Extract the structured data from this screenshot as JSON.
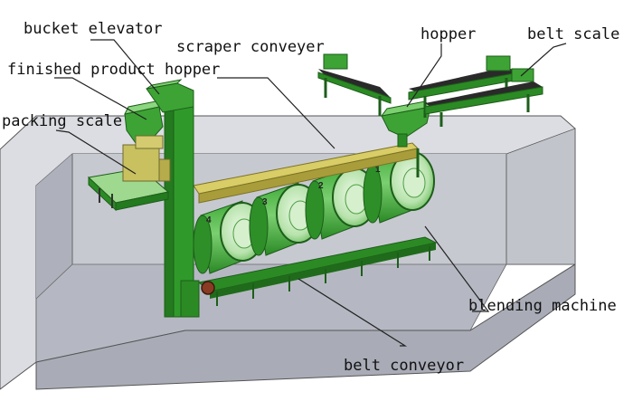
{
  "labels": {
    "bucket_elevator": "bucket elevator",
    "finished_product_hopper": "finished product hopper",
    "packing_scale": "packing scale",
    "scraper_conveyer": "scraper conveyer",
    "hopper": "hopper",
    "belt_scale": "belt scale",
    "blending_machine": "blending machine",
    "belt_conveyor": "belt conveyor"
  },
  "drum_numbers": [
    "1",
    "2",
    "3",
    "4"
  ],
  "colors": {
    "machine_green": "#2f9a2a",
    "machine_dark": "#1d5e1a",
    "drum_light": "#c9ecc0",
    "scraper_yellow": "#c8bb4f",
    "pit_wall": "#d3d5dc",
    "pit_floor": "#b8bbc4"
  }
}
